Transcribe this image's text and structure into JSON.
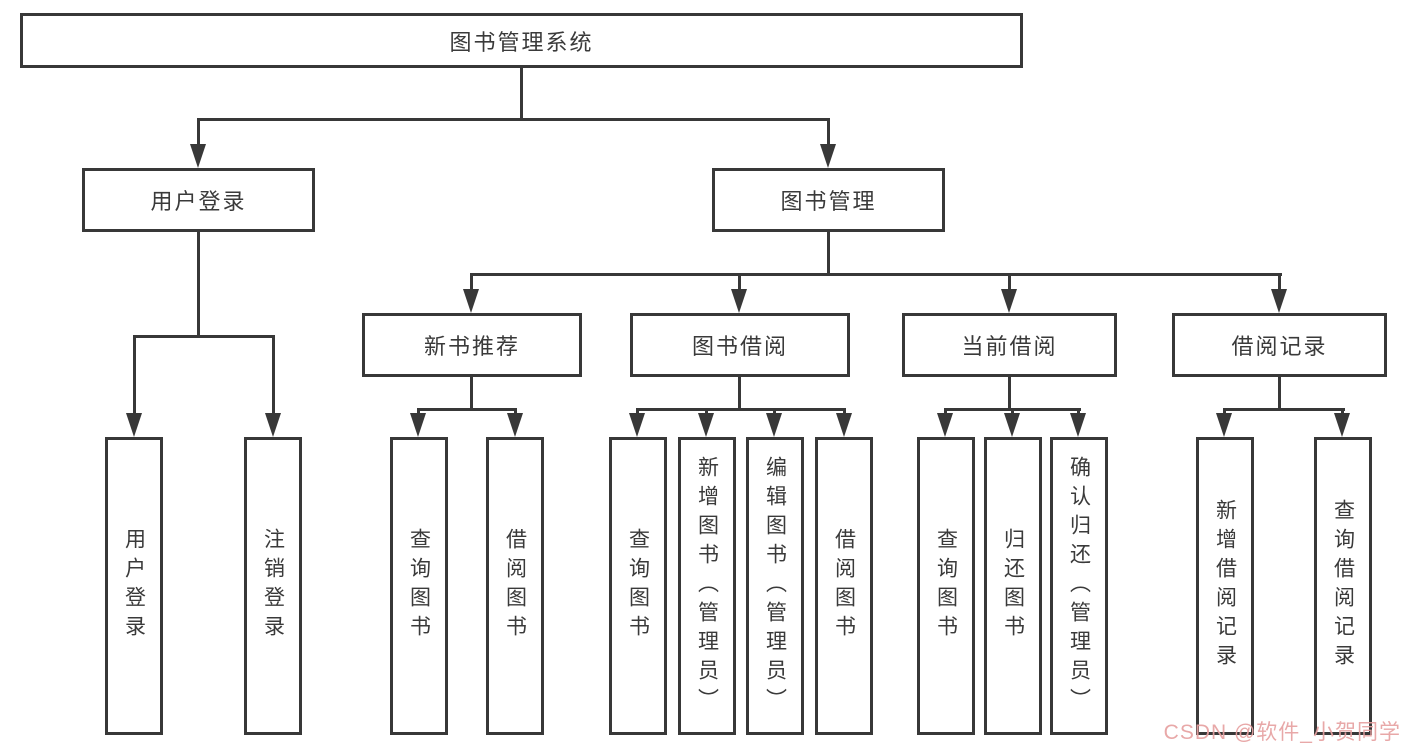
{
  "tree": {
    "root": {
      "label": "图书管理系统"
    },
    "branches": [
      {
        "label": "用户登录",
        "children": [
          {
            "label": "用户登录"
          },
          {
            "label": "注销登录"
          }
        ]
      },
      {
        "label": "图书管理",
        "children": [
          {
            "label": "新书推荐",
            "children": [
              {
                "label": "查询图书"
              },
              {
                "label": "借阅图书"
              }
            ]
          },
          {
            "label": "图书借阅",
            "children": [
              {
                "label": "查询图书"
              },
              {
                "label": "新增图书（管理员）"
              },
              {
                "label": "编辑图书（管理员）"
              },
              {
                "label": "借阅图书"
              }
            ]
          },
          {
            "label": "当前借阅",
            "children": [
              {
                "label": "查询图书"
              },
              {
                "label": "归还图书"
              },
              {
                "label": "确认归还（管理员）"
              }
            ]
          },
          {
            "label": "借阅记录",
            "children": [
              {
                "label": "新增借阅记录"
              },
              {
                "label": "查询借阅记录"
              }
            ]
          }
        ]
      }
    ]
  },
  "watermark": {
    "text": "CSDN @软件_小贺同学",
    "color": "#e7a1a1"
  },
  "colors": {
    "line": "#383838",
    "box_border": "#383838",
    "text": "#3a3a3a",
    "background": "#ffffff"
  }
}
